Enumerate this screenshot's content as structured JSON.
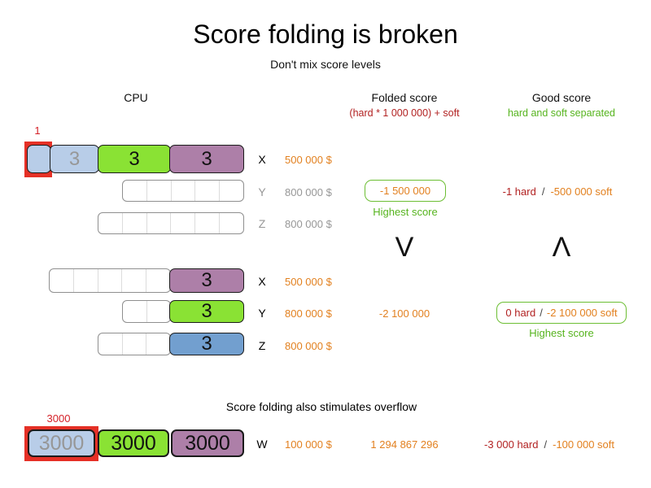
{
  "title": "Score folding is broken",
  "subtitle": "Don't mix score levels",
  "headers": {
    "cpu": "CPU",
    "folded": "Folded score",
    "folded_sub": "(hard * 1 000 000) + soft",
    "good": "Good score",
    "good_sub": "hard and soft separated"
  },
  "colors": {
    "orange_score": "#e2801f",
    "dark_red_hard": "#b22222",
    "highlight_red": "#e53026",
    "green_text": "#56b41e",
    "green_box_border": "#6cbe33",
    "gray_text": "#979797",
    "bar_light_blue": "#b8cde8",
    "bar_green": "#8ae234",
    "bar_purple": "#ad7fa8",
    "bar_blue": "#729fcf"
  },
  "group1": {
    "overflow_marker": "1",
    "rows": [
      {
        "label": "X",
        "cost": "500 000 $",
        "seg1": "3",
        "seg2": "3",
        "seg3": "3"
      },
      {
        "label": "Y",
        "cost": "800 000 $",
        "folded": "-1 500 000",
        "folded_note": "Highest score",
        "good_hard": "-1 hard",
        "good_sep": "/",
        "good_soft": "-500 000 soft"
      },
      {
        "label": "Z",
        "cost": "800 000 $"
      }
    ]
  },
  "comparison": {
    "folded_symbol": "V",
    "good_symbol": "Λ"
  },
  "group2": {
    "rows": [
      {
        "label": "X",
        "cost": "500 000 $",
        "seg": "3"
      },
      {
        "label": "Y",
        "cost": "800 000 $",
        "seg": "3",
        "folded": "-2 100 000",
        "good_hard": "0 hard",
        "good_sep": "/",
        "good_soft": "-2 100 000 soft",
        "good_note": "Highest score"
      },
      {
        "label": "Z",
        "cost": "800 000 $",
        "seg": "3"
      }
    ]
  },
  "overflow": {
    "title": "Score folding also stimulates overflow",
    "marker": "3000",
    "label": "W",
    "cost": "100 000 $",
    "seg1": "3000",
    "seg2": "3000",
    "seg3": "3000",
    "folded": "1 294 867 296",
    "good_hard": "-3 000 hard",
    "good_sep": "/",
    "good_soft": "-100 000 soft"
  }
}
